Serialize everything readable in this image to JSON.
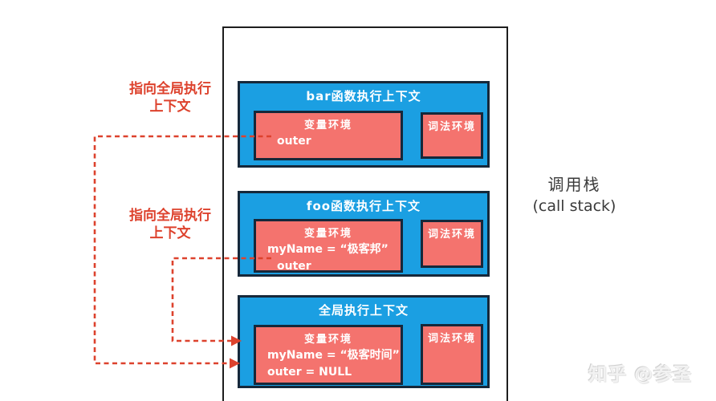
{
  "colors": {
    "frame_blue": "#1b9fe2",
    "env_red": "#f4736e",
    "box_border": "#16283a",
    "arrow_red": "#dd422d",
    "container_border": "#1e1e1e",
    "caption_gray": "#3a3a3a"
  },
  "labels": {
    "pointer_top": {
      "line1": "指向全局执行",
      "line2": "上下文"
    },
    "pointer_bottom": {
      "line1": "指向全局执行",
      "line2": "上下文"
    },
    "call_stack": {
      "line1": "调用栈",
      "line2": "(call stack)"
    },
    "watermark": "知乎 @参圣"
  },
  "stack": {
    "frames": [
      {
        "id": "bar",
        "title": "bar函数执行上下文",
        "variable_env": {
          "title": "变量环境",
          "entries": [
            "outer"
          ]
        },
        "lexical_env": {
          "title": "词法环境"
        }
      },
      {
        "id": "foo",
        "title": "foo函数执行上下文",
        "variable_env": {
          "title": "变量环境",
          "entries": [
            "myName = “极客邦”",
            "outer"
          ]
        },
        "lexical_env": {
          "title": "词法环境"
        }
      },
      {
        "id": "global",
        "title": "全局执行上下文",
        "variable_env": {
          "title": "变量环境",
          "entries": [
            "myName = “极客时间”",
            "outer = NULL"
          ]
        },
        "lexical_env": {
          "title": "词法环境"
        }
      }
    ]
  }
}
